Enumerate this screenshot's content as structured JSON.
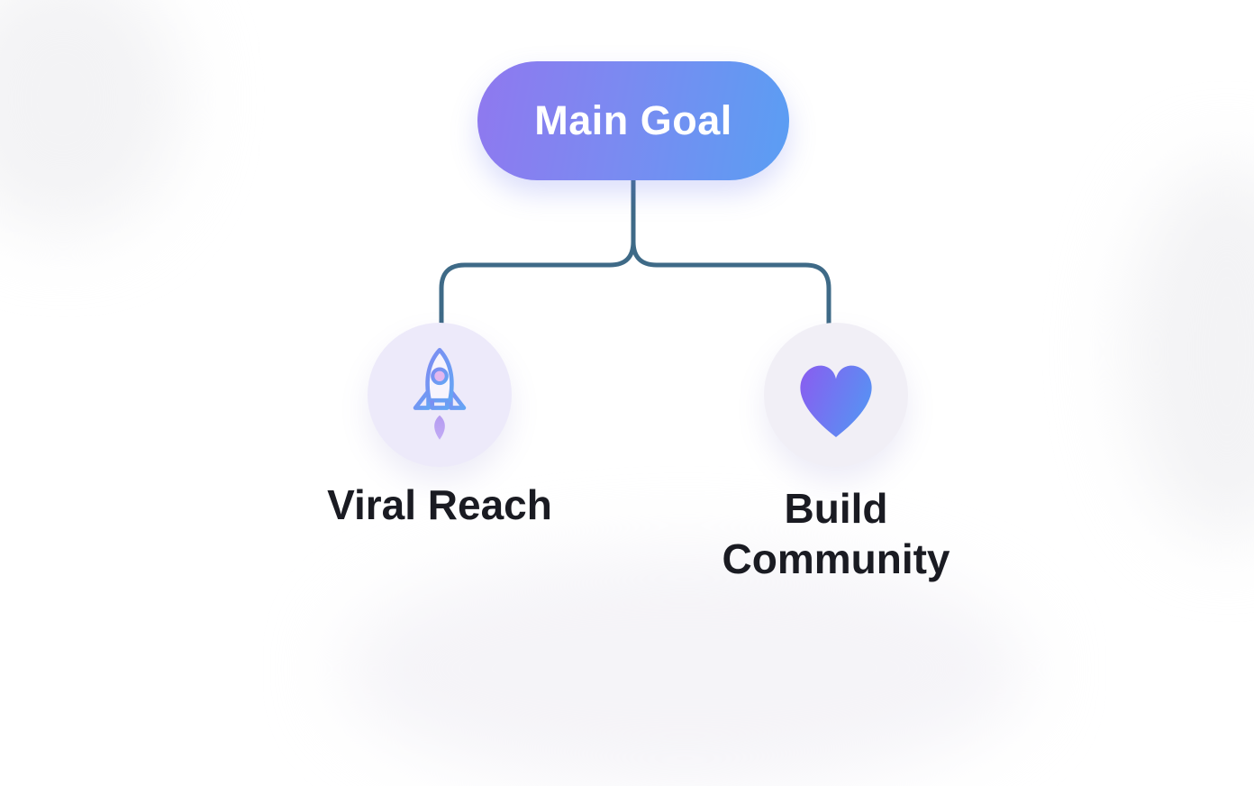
{
  "diagram": {
    "root": {
      "label": "Main Goal"
    },
    "children": [
      {
        "label": "Viral Reach",
        "icon": "rocket-icon"
      },
      {
        "label": "Build Community",
        "icon": "heart-icon"
      }
    ],
    "colors": {
      "root_gradient_start": "#8f78ef",
      "root_gradient_end": "#5a9ef3",
      "root_text": "#ffffff",
      "connector": "#3e6a87",
      "left_circle_bg": "#edeafa",
      "right_circle_bg": "#f1eff6",
      "rocket_stroke": "#6fa3f2",
      "rocket_flame": "#b49bf0",
      "rocket_window": "#d8a7e8",
      "heart_gradient_start": "#8a5cf0",
      "heart_gradient_end": "#5a8ff3",
      "label_text": "#1a1b22"
    }
  }
}
